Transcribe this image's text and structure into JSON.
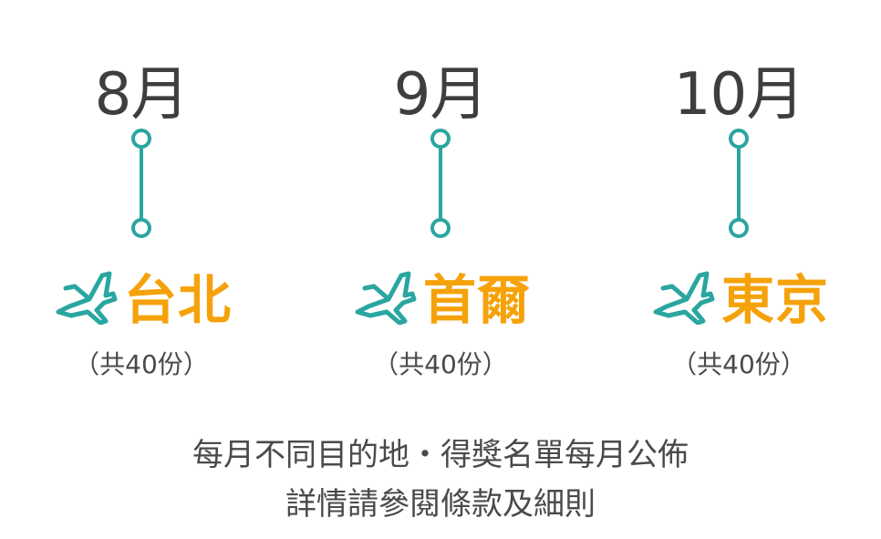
{
  "columns": [
    {
      "month": "8月",
      "city": "台北",
      "count": "（共40份）"
    },
    {
      "month": "9月",
      "city": "首爾",
      "count": "（共40份）"
    },
    {
      "month": "10月",
      "city": "東京",
      "count": "（共40份）"
    }
  ],
  "footer": {
    "line1": "每月不同目的地・得獎名單每月公佈",
    "line2": "詳情請參閱條款及細則"
  },
  "colors": {
    "teal": "#2aa6a0",
    "orange": "#f5a20a",
    "text": "#3e3e3e"
  },
  "icons": {
    "destination": "airplane-icon",
    "timeline": "timeline-connector-icon"
  }
}
